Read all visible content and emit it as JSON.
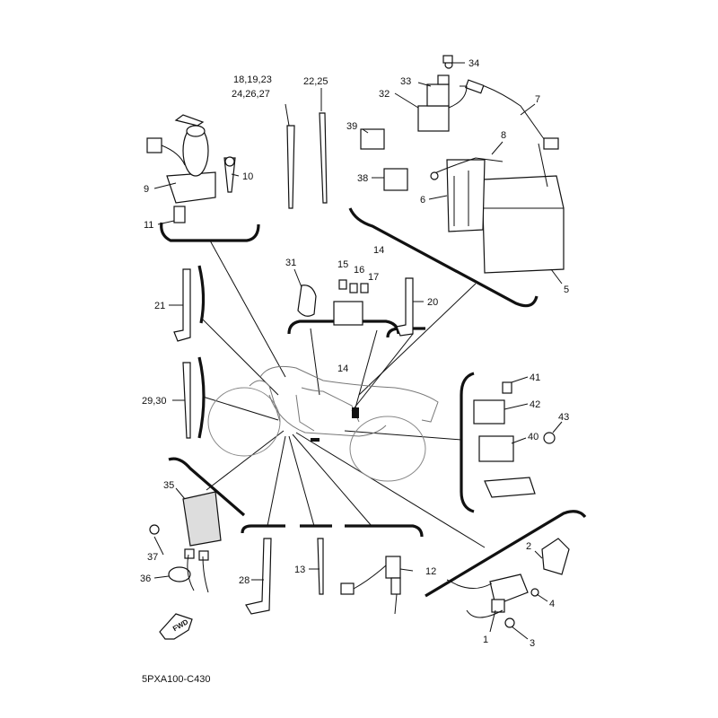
{
  "diagram": {
    "code": "5PXA100-C430",
    "fwd": "FWD",
    "labels": {
      "l1": "1",
      "l2": "2",
      "l3": "3",
      "l4": "4",
      "l5": "5",
      "l6": "6",
      "l7": "7",
      "l8": "8",
      "l9": "9",
      "l10": "10",
      "l11": "11",
      "l12": "12",
      "l13": "13",
      "l14": "14",
      "l14b": "14",
      "l15": "15",
      "l16": "16",
      "l17": "17",
      "l18": "18,19,23",
      "l24": "24,26,27",
      "l22": "22,25",
      "l20": "20",
      "l21": "21",
      "l28": "28",
      "l29": "29,30",
      "l31": "31",
      "l32": "32",
      "l33": "33",
      "l34": "34",
      "l35": "35",
      "l36": "36",
      "l37": "37",
      "l38": "38",
      "l39": "39",
      "l40": "40",
      "l41": "41",
      "l42": "42",
      "l43": "43"
    }
  }
}
